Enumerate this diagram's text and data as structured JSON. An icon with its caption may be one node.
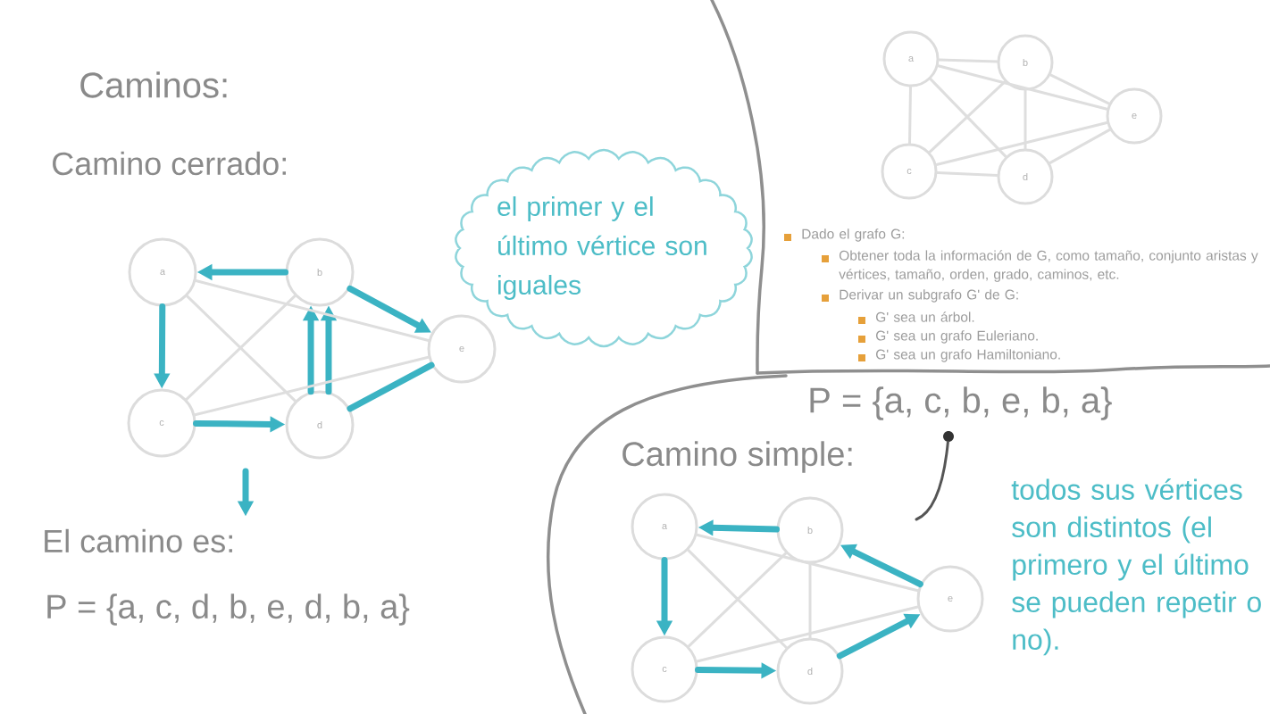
{
  "diagram": {
    "title": "Caminos:",
    "nodes": [
      {
        "text": [
          "a"
        ]
      },
      {
        "text": [
          "b"
        ]
      },
      {
        "text": [
          "e"
        ]
      },
      {
        "text": [
          "c"
        ]
      },
      {
        "text": [
          "d"
        ]
      },
      {
        "text": [
          "el primer y el último vértice son iguales"
        ]
      },
      {
        "text": [
          "El camino es:"
        ]
      },
      {
        "text": [
          "a"
        ]
      },
      {
        "text": [
          "b"
        ]
      },
      {
        "text": [
          "e"
        ]
      },
      {
        "text": [
          "c"
        ]
      },
      {
        "text": [
          "d"
        ]
      },
      {
        "text": [
          "P = {a, c, b, e, b, a}"
        ]
      },
      {
        "text": [
          "a"
        ]
      },
      {
        "text": [
          "b"
        ]
      },
      {
        "text": [
          "e"
        ]
      },
      {
        "text": [
          "c"
        ]
      },
      {
        "text": [
          "d"
        ]
      },
      {
        "text": [],
        "shape": "circle"
      }
    ],
    "edges": [
      {
        "from": 1,
        "to": 0,
        "arrow": "to",
        "style": "thick",
        "color": "#3bb3c3"
      },
      {
        "from": 0,
        "to": 3,
        "arrow": "to",
        "style": "thick",
        "color": "#3bb3c3"
      },
      {
        "from": 3,
        "to": 4,
        "arrow": "to",
        "style": "thick",
        "color": "#3bb3c3"
      },
      {
        "from": 4,
        "to": 1,
        "arrow": "to",
        "style": "thick",
        "color": "#3bb3c3"
      },
      {
        "from": 4,
        "to": 1,
        "arrow": "to",
        "style": "thick",
        "color": "#3bb3c3"
      },
      {
        "from": 1,
        "to": 2,
        "arrow": "to",
        "style": "thick",
        "color": "#3bb3c3"
      },
      {
        "from": 2,
        "to": 4,
        "arrow": "none",
        "style": "thick",
        "color": "#3bb3c3"
      },
      {
        "from": 0,
        "to": 4,
        "arrow": "none"
      },
      {
        "from": 0,
        "to": 2,
        "arrow": "none"
      },
      {
        "from": 1,
        "to": 3,
        "arrow": "none"
      },
      {
        "from": 3,
        "to": 2,
        "arrow": "none"
      },
      {
        "from": 7,
        "to": 8,
        "arrow": "none"
      },
      {
        "from": 7,
        "to": 10,
        "arrow": "none"
      },
      {
        "from": 7,
        "to": 11,
        "arrow": "none"
      },
      {
        "from": 7,
        "to": 9,
        "arrow": "none"
      },
      {
        "from": 8,
        "to": 10,
        "arrow": "none"
      },
      {
        "from": 8,
        "to": 11,
        "arrow": "none"
      },
      {
        "from": 8,
        "to": 9,
        "arrow": "none"
      },
      {
        "from": 10,
        "to": 11,
        "arrow": "none"
      },
      {
        "from": 10,
        "to": 9,
        "arrow": "none"
      },
      {
        "from": 11,
        "to": 9,
        "arrow": "none"
      },
      {
        "from": 14,
        "to": 13,
        "arrow": "to",
        "style": "thick",
        "color": "#3bb3c3"
      },
      {
        "from": 13,
        "to": 16,
        "arrow": "to",
        "style": "thick",
        "color": "#3bb3c3"
      },
      {
        "from": 16,
        "to": 17,
        "arrow": "to",
        "style": "thick",
        "color": "#3bb3c3"
      },
      {
        "from": 17,
        "to": 15,
        "arrow": "to",
        "style": "thick",
        "color": "#3bb3c3"
      },
      {
        "from": 15,
        "to": 14,
        "arrow": "to",
        "style": "thick",
        "color": "#3bb3c3"
      },
      {
        "from": 13,
        "to": 17,
        "arrow": "none"
      },
      {
        "from": 13,
        "to": 15,
        "arrow": "none"
      },
      {
        "from": 14,
        "to": 16,
        "arrow": "none"
      },
      {
        "from": 14,
        "to": 17,
        "arrow": "none"
      },
      {
        "from": 16,
        "to": 15,
        "arrow": "none"
      },
      {
        "from": null,
        "to": 6,
        "arrow": "to",
        "style": "thick",
        "color": "#3bb3c3"
      },
      {
        "from": 18,
        "to": null,
        "arrow": "none",
        "color": "#555555"
      }
    ],
    "labels": [
      "Camino cerrado:",
      "P = {a, c, d, b, e, d, b, a}",
      "Dado el grafo G:",
      "Obtener toda la información de G, como tamaño, conjunto aristas y vértices, tamaño, orden, grado, caminos, etc.",
      "Derivar un subgrafo G' de G:",
      "G' sea un árbol.",
      "G' sea un grafo Euleriano.",
      "G' sea un grafo Hamiltoniano.",
      "Camino simple:",
      "todos sus vértices son distintos (el primero y el último se pueden repetir o no)."
    ]
  }
}
